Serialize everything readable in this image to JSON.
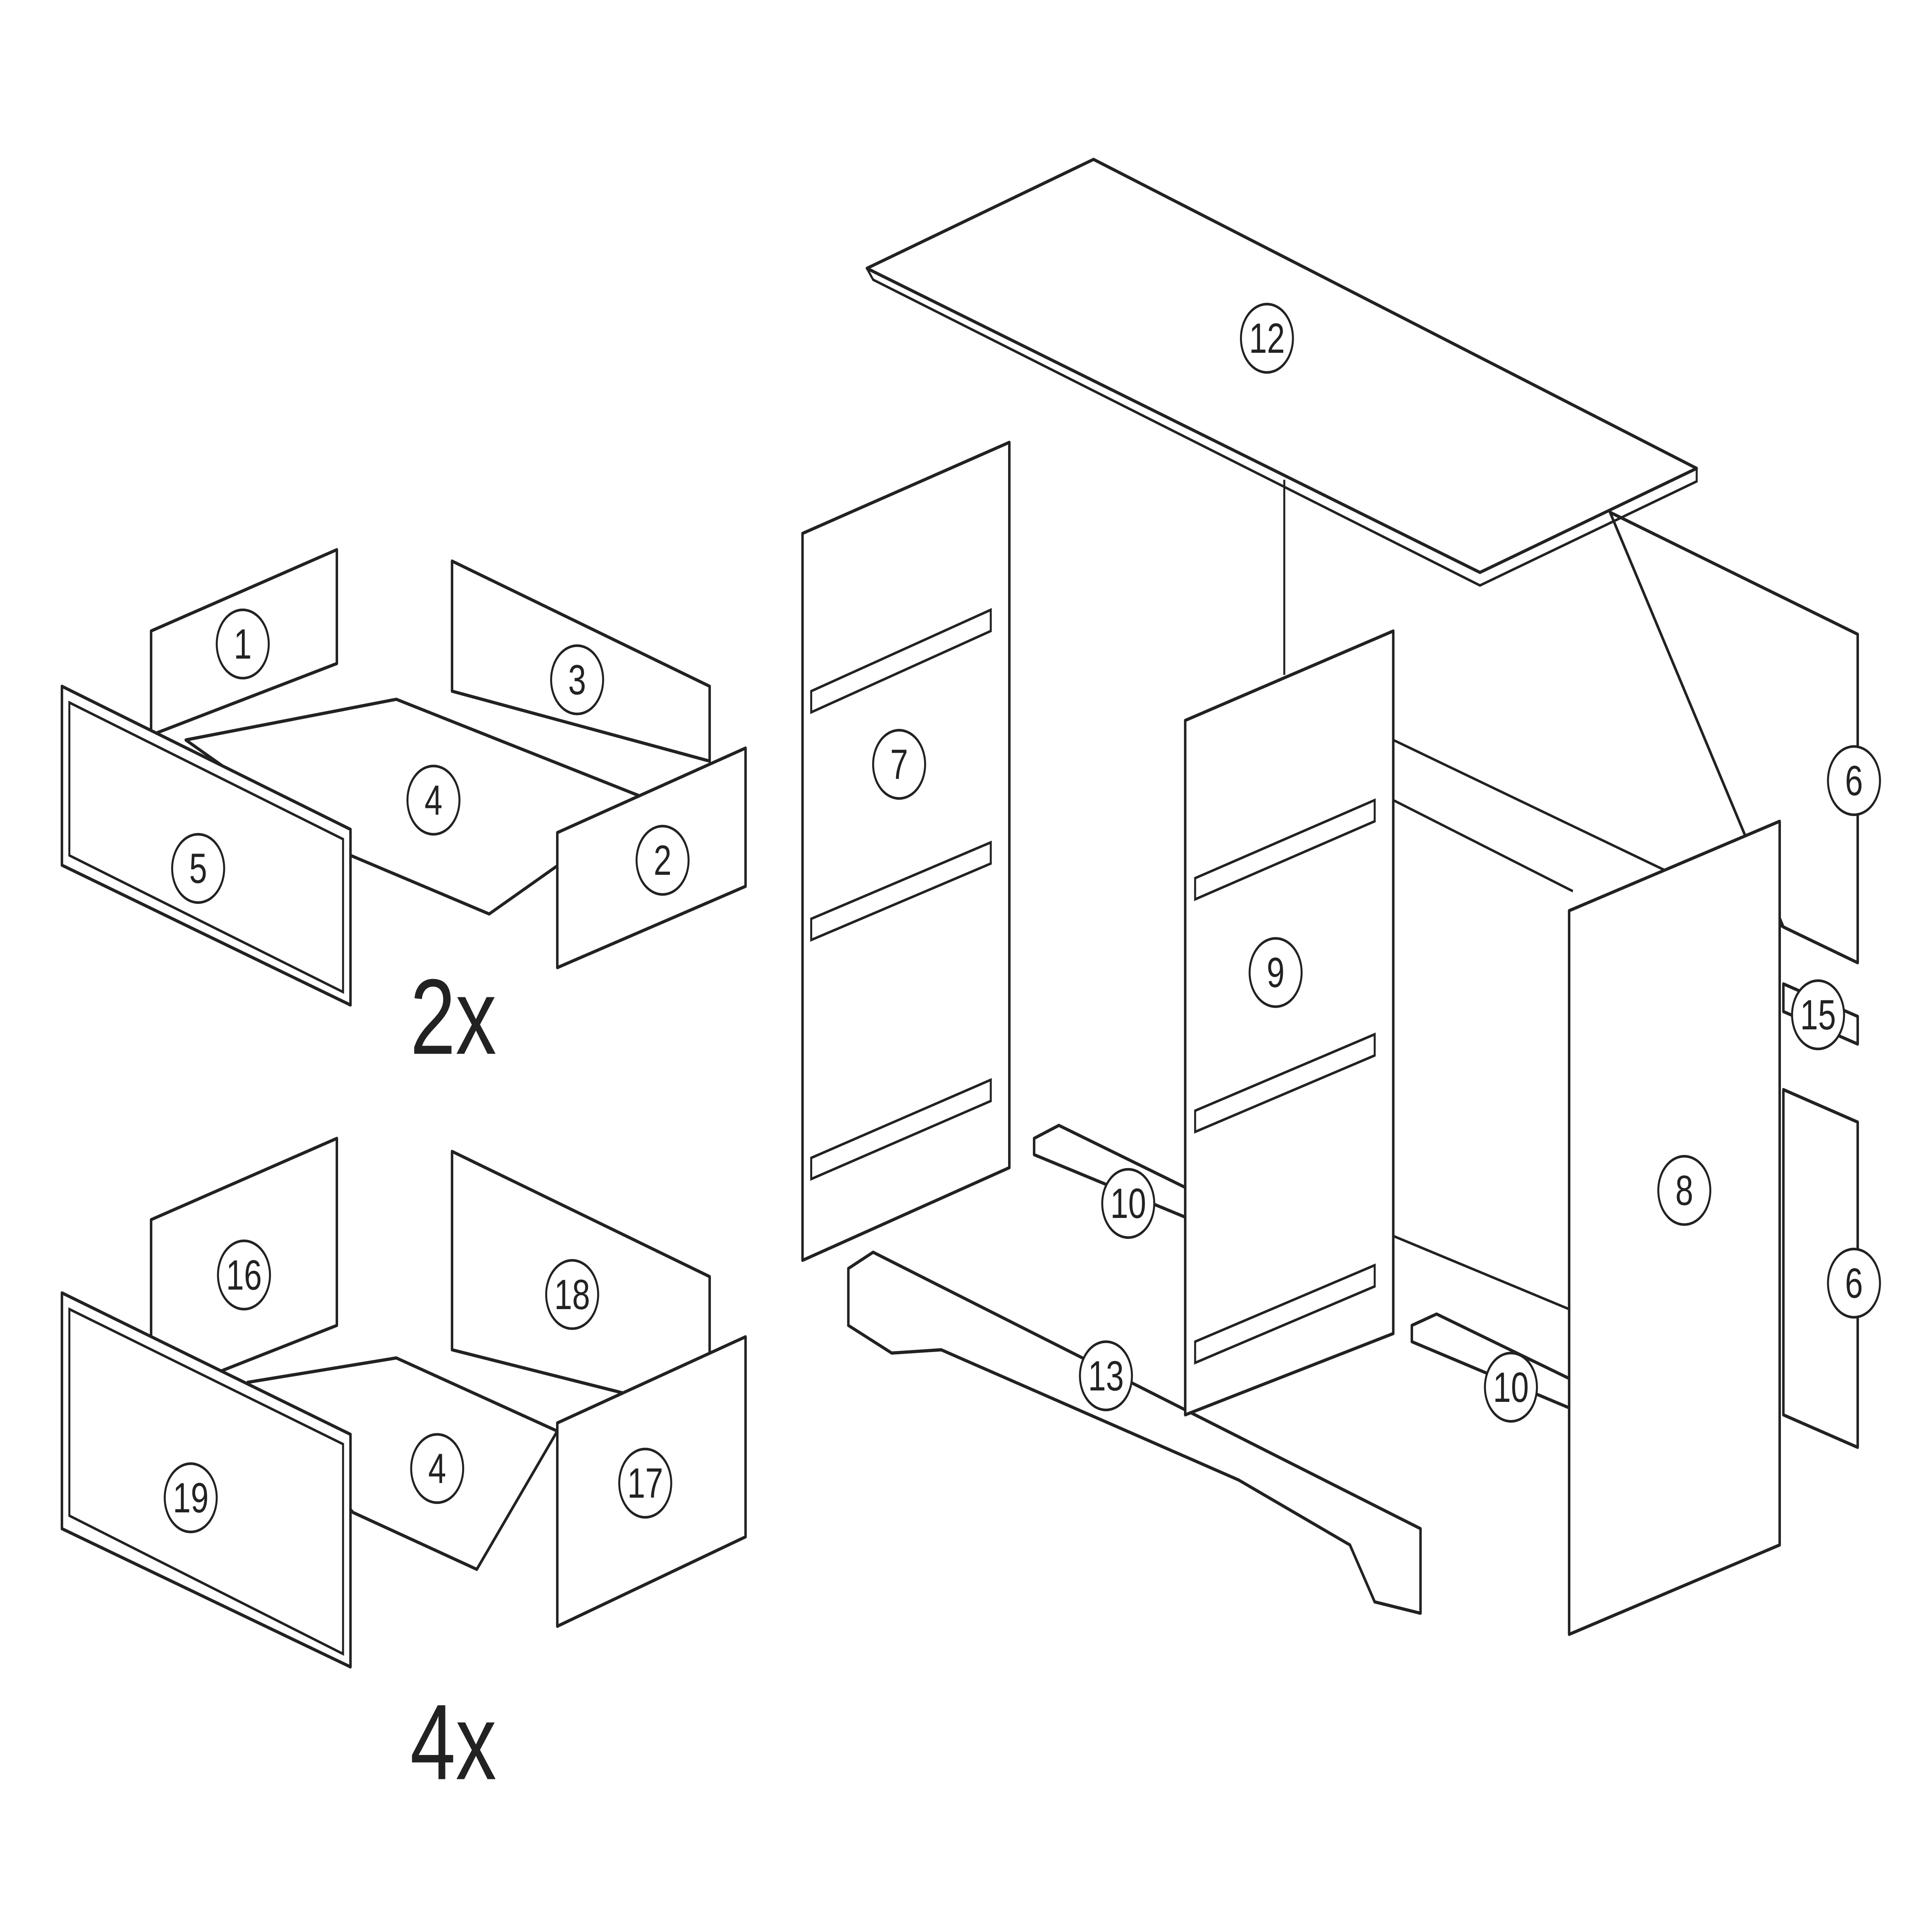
{
  "drawer_small": {
    "parts": [
      "1",
      "3",
      "4",
      "5",
      "2"
    ],
    "quantity": "2x"
  },
  "drawer_large": {
    "parts": [
      "16",
      "18",
      "4",
      "19",
      "17"
    ],
    "quantity": "4x"
  },
  "carcass": {
    "top": "12",
    "left_side": "7",
    "middle_divider": "9",
    "right_side": "8",
    "back_upper": "6",
    "back_lower": "6",
    "rail": "15",
    "support_left": "10",
    "support_right": "10",
    "plinth": "13"
  }
}
